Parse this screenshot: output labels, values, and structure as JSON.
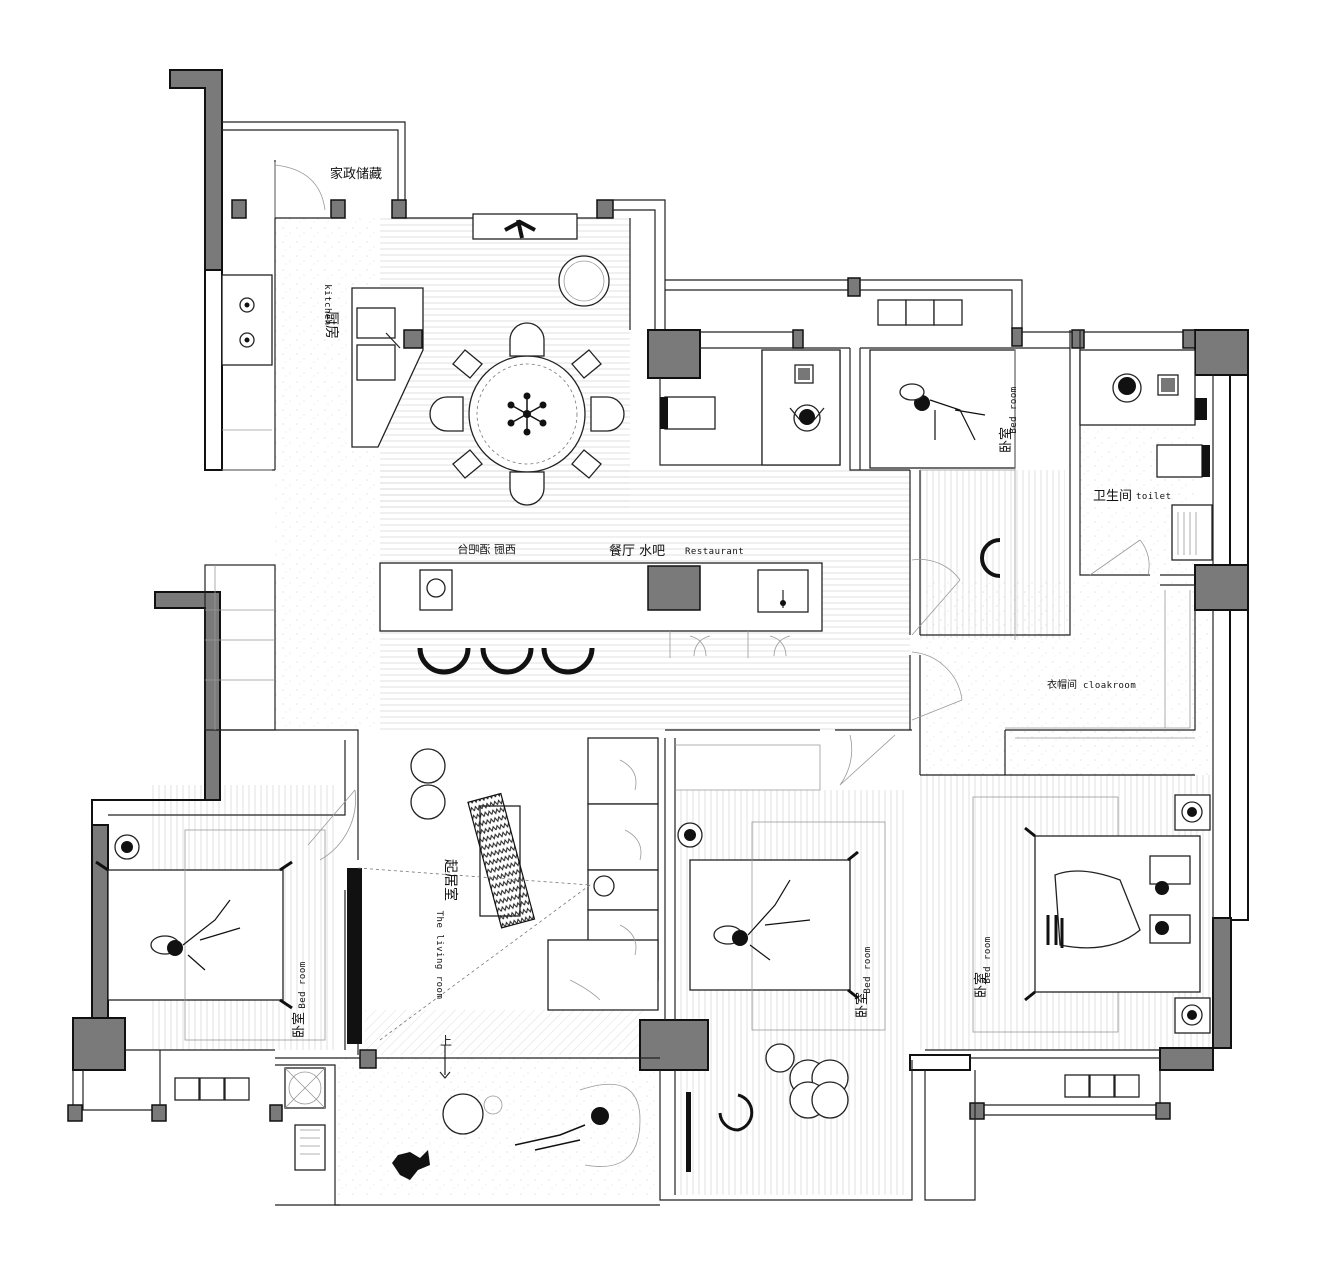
{
  "labels": {
    "storage": "家政储藏",
    "kitchen_cn": "厨房",
    "kitchen_en": "kitchen",
    "mirror_marks": "西厨  酒吧台",
    "dining_cn": "餐厅 水吧",
    "dining_en": "Restaurant",
    "bedroom_top_cn": "卧室",
    "bedroom_en": "Bed room",
    "toilet_cn": "卫生间",
    "toilet_en": "toilet",
    "cloak_cn": "衣帽间",
    "cloak_en": "cloakroom",
    "living_cn": "起居室",
    "living_en": "The living room",
    "bedroom_left_cn": "卧室",
    "bedroom_mid_cn": "卧室",
    "bedroom_right_cn": "卧室",
    "stair": "上"
  },
  "colors": {
    "wall_fill": "#7a7a7a",
    "line": "#111111",
    "background": "#ffffff"
  }
}
